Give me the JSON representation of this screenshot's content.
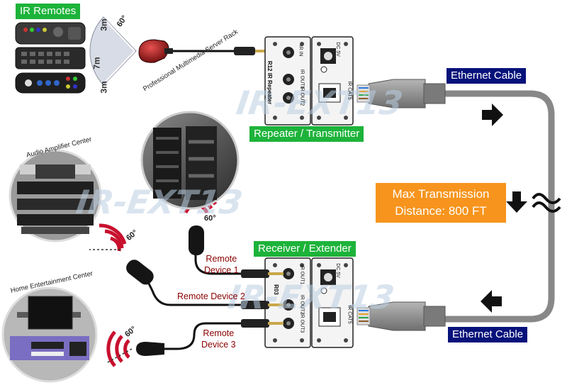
{
  "labels": {
    "ir_remotes": "IR Remotes",
    "repeater_transmitter": "Repeater / Transmitter",
    "receiver_extender": "Receiver / Extender",
    "ethernet_cable_top": "Ethernet Cable",
    "ethernet_cable_bottom": "Ethernet Cable",
    "max_transmission_line1": "Max Transmission",
    "max_transmission_line2": "Distance: 800 FT"
  },
  "devices": {
    "remote1_line1": "Remote",
    "remote1_line2": "Device 1",
    "remote2": "Remote Device 2",
    "remote3_line1": "Remote",
    "remote3_line2": "Device 3"
  },
  "sites": {
    "server_rack": "Professional Multimedia Server Rack",
    "audio_amp": "Audio Amplifier Center",
    "home_ent": "Home Entertainment Center"
  },
  "watermark": "IR-EXT13",
  "angles": {
    "sensor_top": "60°",
    "rack": "60°",
    "audio": "60°",
    "home": "60°"
  },
  "distances": {
    "upper": "3m",
    "middle": "7m",
    "lower": "3m"
  },
  "unit_text": {
    "model_rotated": "R12 IR Repeater",
    "ir_in": "IR IN",
    "ir_out1": "IR OUT1",
    "ir_out2": "IR OUT2",
    "ir_out3": "IR OUT3",
    "dc5v": "DC 5V",
    "ir_cat5": "IR CAT5",
    "r03": "R03"
  },
  "colors": {
    "green_label": "#1db33a",
    "navy_label": "#06127a",
    "orange_label": "#f7941d",
    "cable_gray": "#8c8c8c",
    "device_text": "#8b0000",
    "ir_red": "#c8102e"
  }
}
